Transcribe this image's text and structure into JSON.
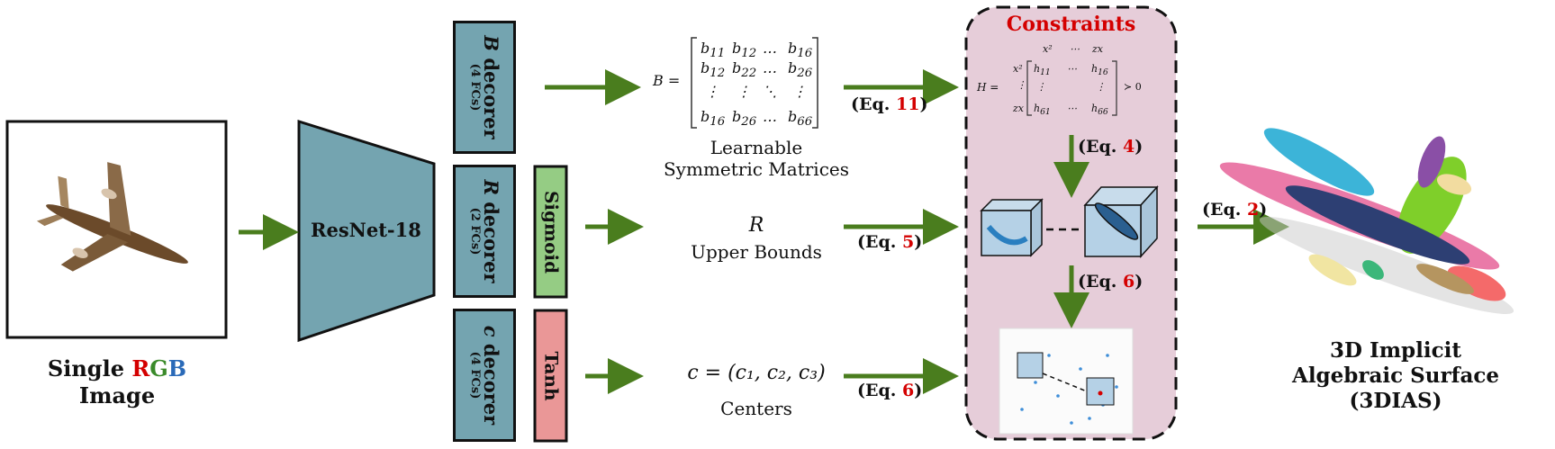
{
  "input": {
    "title_prefix": "Single ",
    "r": "R",
    "g": "G",
    "b": "B",
    "title_line2": "Image"
  },
  "backbone": {
    "label": "ResNet-18"
  },
  "decorers": [
    {
      "symbol": "B",
      "label": " decorer",
      "sub": "(4 FCs)"
    },
    {
      "symbol": "R",
      "label": " decorer",
      "sub": "(2 FCs)"
    },
    {
      "symbol": "c",
      "label": " decorer",
      "sub": "(4 FCs)"
    }
  ],
  "activations": {
    "sigmoid": "Sigmoid",
    "tanh": "Tanh"
  },
  "outputs": {
    "B": {
      "line1": "Learnable",
      "line2": "Symmetric Matrices"
    },
    "R": {
      "symbol": "R",
      "label": "Upper Bounds"
    },
    "c": {
      "formula": "c = (c₁, c₂, c₃)",
      "label": "Centers"
    }
  },
  "equations": {
    "eq11": {
      "prefix": "(Eq. ",
      "num": "11",
      "suffix": ")"
    },
    "eq5": {
      "prefix": "(Eq. ",
      "num": "5",
      "suffix": ")"
    },
    "eq6a": {
      "prefix": "(Eq. ",
      "num": "6",
      "suffix": ")"
    },
    "eq4": {
      "prefix": "(Eq. ",
      "num": "4",
      "suffix": ")"
    },
    "eq6b": {
      "prefix": "(Eq. ",
      "num": "6",
      "suffix": ")"
    },
    "eq2": {
      "prefix": "(Eq. ",
      "num": "2",
      "suffix": ")"
    }
  },
  "constraints": {
    "title": "Constraints",
    "H_label": "H =",
    "succ": "≻ 0"
  },
  "result": {
    "line1": "3D Implicit",
    "line2": "Algebraic Surface",
    "line3": "(3DIAS)"
  },
  "colors": {
    "arrow": "#4a7d1e",
    "decorer": "#74a4b0",
    "sigmoid": "#95cc84",
    "tanh": "#ea9797",
    "constraints_bg": "#e6cdd9",
    "eq_red": "#d40000"
  }
}
